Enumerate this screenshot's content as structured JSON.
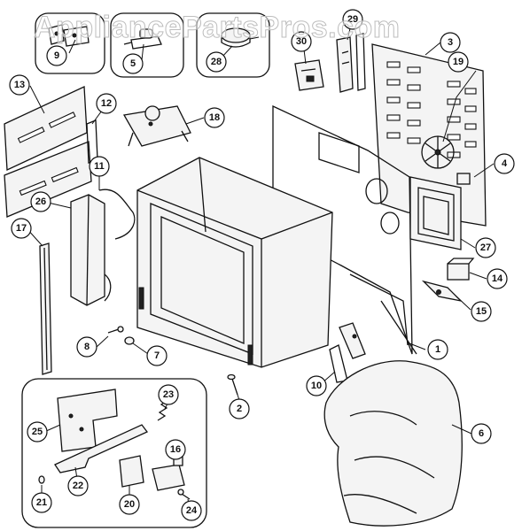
{
  "watermark": "AppliancePartsPros.com",
  "callouts": [
    {
      "id": "c1",
      "label": "1"
    },
    {
      "id": "c2",
      "label": "2"
    },
    {
      "id": "c3",
      "label": "3"
    },
    {
      "id": "c4",
      "label": "4"
    },
    {
      "id": "c5",
      "label": "5"
    },
    {
      "id": "c6",
      "label": "6"
    },
    {
      "id": "c7",
      "label": "7"
    },
    {
      "id": "c8",
      "label": "8"
    },
    {
      "id": "c9",
      "label": "9"
    },
    {
      "id": "c10",
      "label": "10"
    },
    {
      "id": "c11",
      "label": "11"
    },
    {
      "id": "c12",
      "label": "12"
    },
    {
      "id": "c13",
      "label": "13"
    },
    {
      "id": "c14",
      "label": "14"
    },
    {
      "id": "c15",
      "label": "15"
    },
    {
      "id": "c16",
      "label": "16"
    },
    {
      "id": "c17",
      "label": "17"
    },
    {
      "id": "c18",
      "label": "18"
    },
    {
      "id": "c19",
      "label": "19"
    },
    {
      "id": "c20",
      "label": "20"
    },
    {
      "id": "c21",
      "label": "21"
    },
    {
      "id": "c22",
      "label": "22"
    },
    {
      "id": "c23",
      "label": "23"
    },
    {
      "id": "c24",
      "label": "24"
    },
    {
      "id": "c25",
      "label": "25"
    },
    {
      "id": "c26",
      "label": "26"
    },
    {
      "id": "c27",
      "label": "27"
    },
    {
      "id": "c28",
      "label": "28"
    },
    {
      "id": "c29",
      "label": "29"
    },
    {
      "id": "c30",
      "label": "30"
    }
  ]
}
